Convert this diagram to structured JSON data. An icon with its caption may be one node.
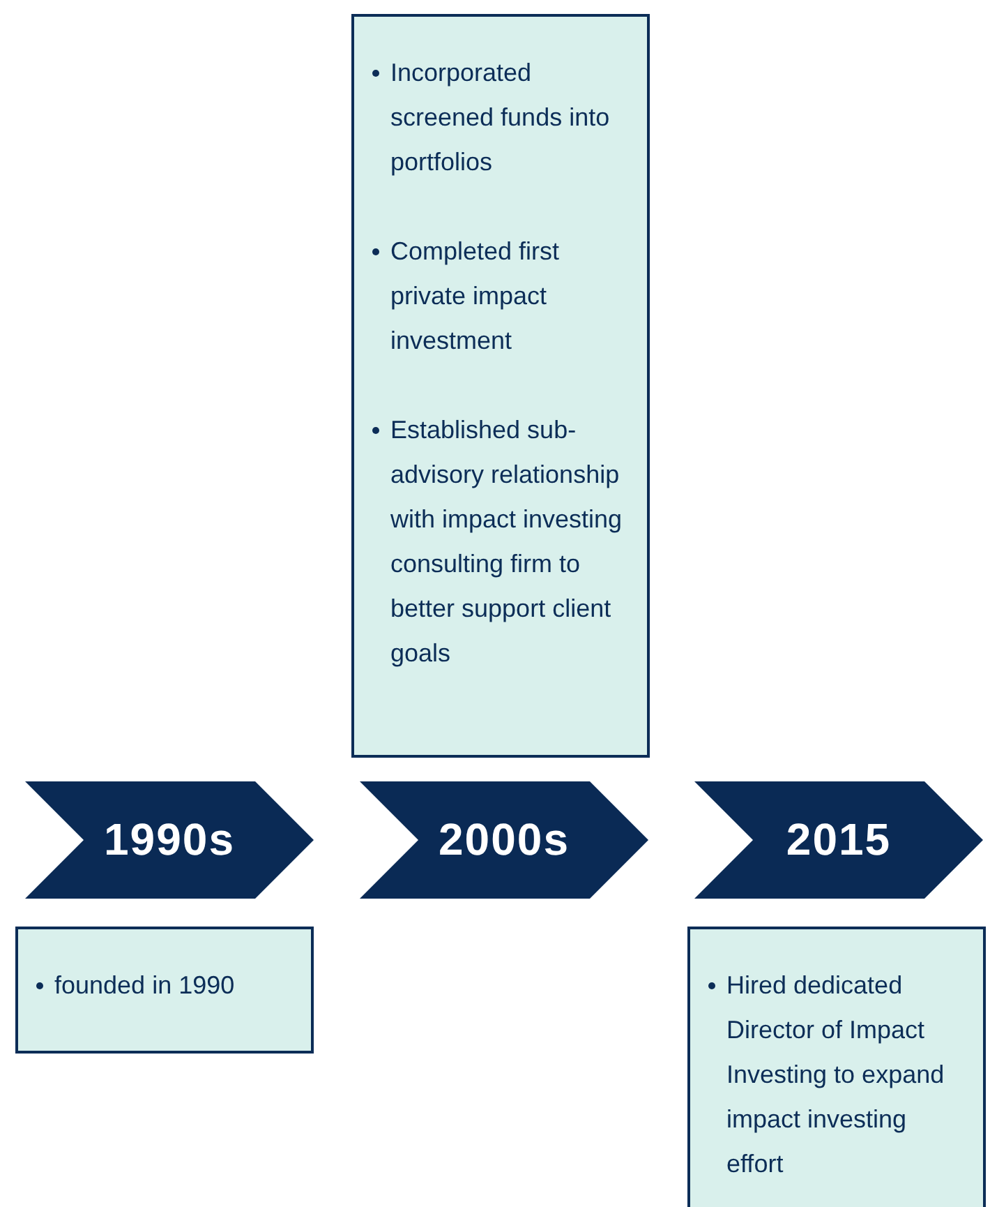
{
  "diagram": {
    "nodes": [
      {
        "text": [
          "Incorporated screened funds into portfolios",
          "Completed first private impact investment",
          "Established sub-advisory relationship with impact investing consulting firm to better support client goals"
        ]
      },
      {
        "text": [
          "1990s"
        ]
      },
      {
        "text": [
          "2000s"
        ]
      },
      {
        "text": [
          "2015"
        ]
      },
      {
        "text": [
          "founded in 1990"
        ]
      },
      {
        "text": [
          "Hired dedicated Director of Impact Investing to expand impact investing effort"
        ]
      }
    ],
    "edges": []
  }
}
